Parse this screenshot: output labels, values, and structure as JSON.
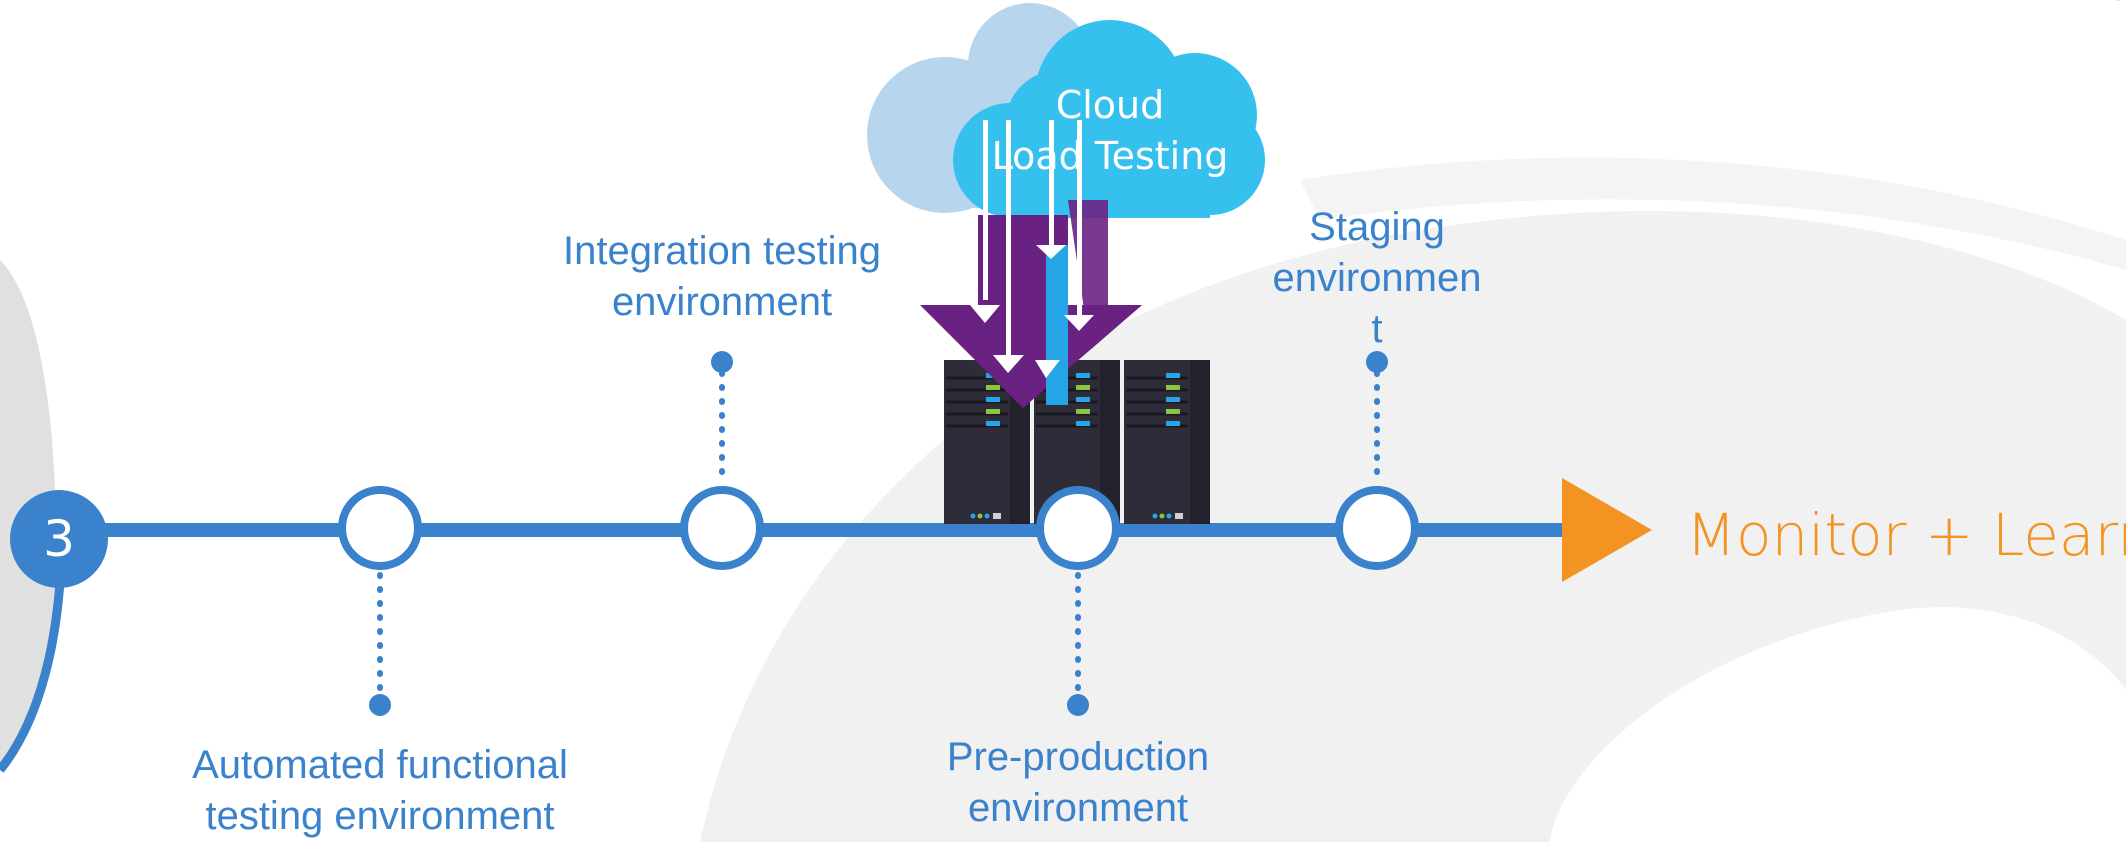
{
  "timeline": {
    "stage_number": "3",
    "end_label": "Monitor + Learn"
  },
  "cloud": {
    "line1": "Cloud",
    "line2": "Load Testing"
  },
  "environments": [
    {
      "line1": "Automated functional",
      "line2": "testing environment",
      "line3": ""
    },
    {
      "line1": "Integration testing",
      "line2": "environment",
      "line3": ""
    },
    {
      "line1": "Pre-production",
      "line2": "environment",
      "line3": ""
    },
    {
      "line1": "Staging",
      "line2": "environmen",
      "line3": "t"
    }
  ],
  "colors": {
    "timeline_blue": "#3a82cc",
    "accent_orange": "#f39322",
    "cloud_light": "#b7d6ee",
    "cloud_main": "#35c0ee",
    "arrow_purple": "#6a2282",
    "server_dark": "#2f2c39",
    "server_green": "#8cc43f",
    "server_blue": "#25a5e6",
    "background_swirl": "#eeeeee"
  },
  "icons": [
    "cloud-icon",
    "server-rack-icon",
    "load-arrows-icon",
    "play-arrow-icon"
  ]
}
